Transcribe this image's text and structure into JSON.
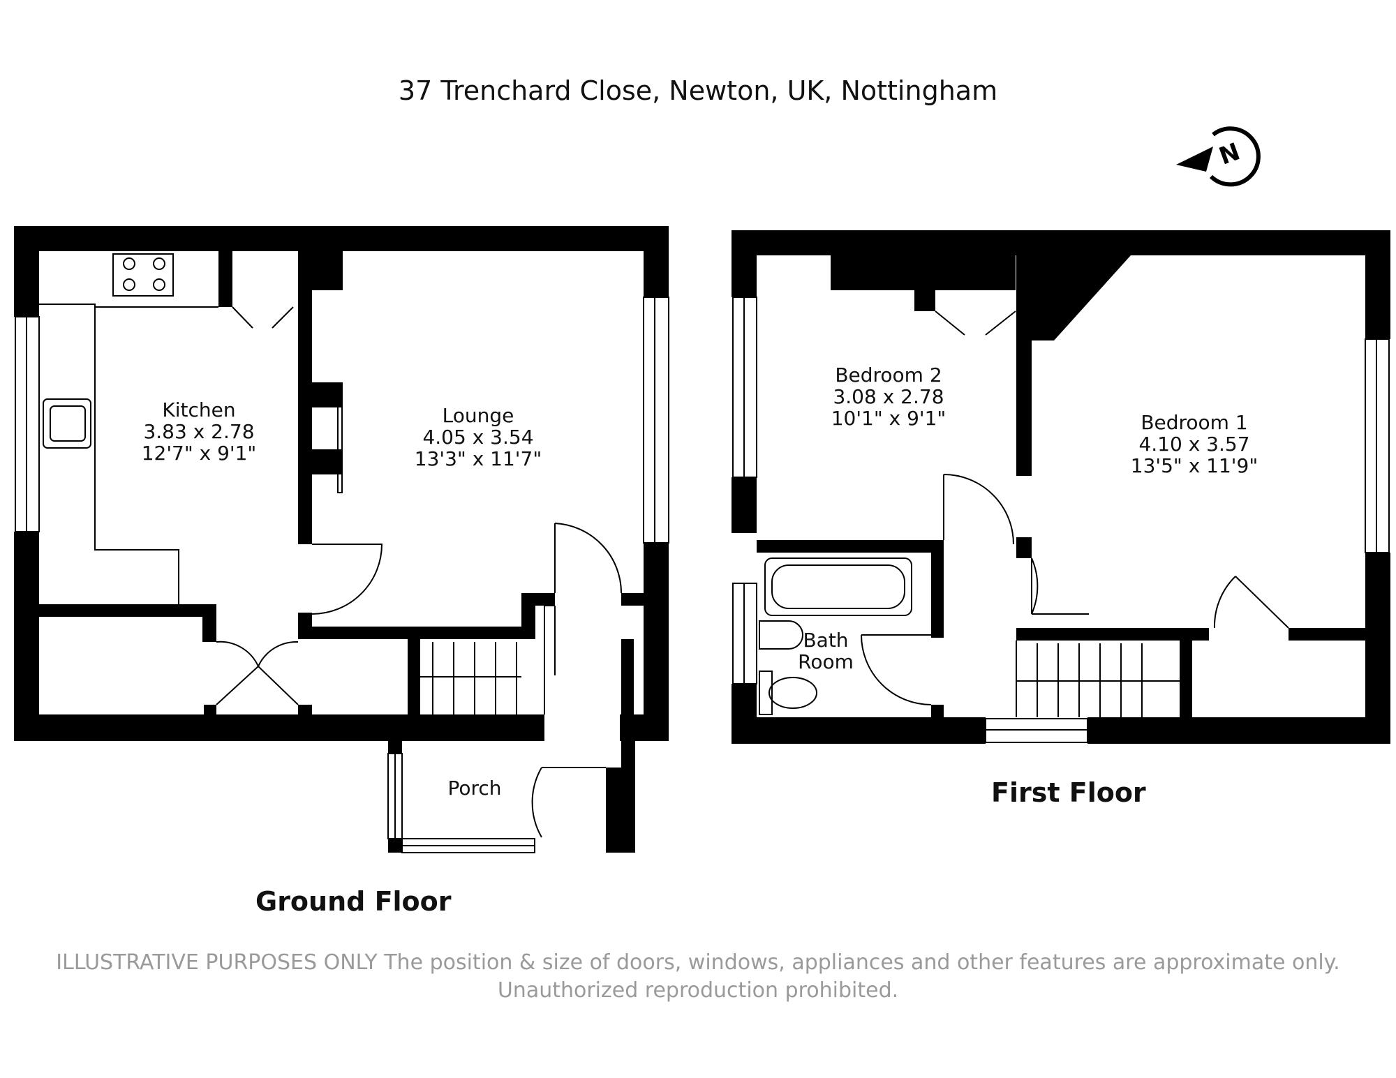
{
  "title": "37 Trenchard Close, Newton, UK, Nottingham",
  "compass": {
    "letter": "N",
    "icon": "north-compass-icon"
  },
  "ground_floor": {
    "label": "Ground Floor",
    "rooms": [
      {
        "name": "Kitchen",
        "metric": "3.83 x 2.78",
        "imperial": "12'7\" x 9'1\""
      },
      {
        "name": "Lounge",
        "metric": "4.05 x 3.54",
        "imperial": "13'3\" x 11'7\""
      },
      {
        "name": "Porch"
      }
    ]
  },
  "first_floor": {
    "label": "First Floor",
    "rooms": [
      {
        "name": "Bedroom 2",
        "metric": "3.08 x 2.78",
        "imperial": "10'1\" x 9'1\""
      },
      {
        "name": "Bedroom 1",
        "metric": "4.10 x 3.57",
        "imperial": "13'5\" x 11'9\""
      },
      {
        "name": "Bath",
        "name2": "Room"
      }
    ]
  },
  "disclaimer": {
    "line1": "ILLUSTRATIVE PURPOSES ONLY  The position & size of doors, windows, appliances and other features are approximate only.",
    "line2": "Unauthorized reproduction prohibited."
  },
  "colors": {
    "wall": "#000000",
    "text": "#111111",
    "disclaimer": "#9a9a9a"
  }
}
